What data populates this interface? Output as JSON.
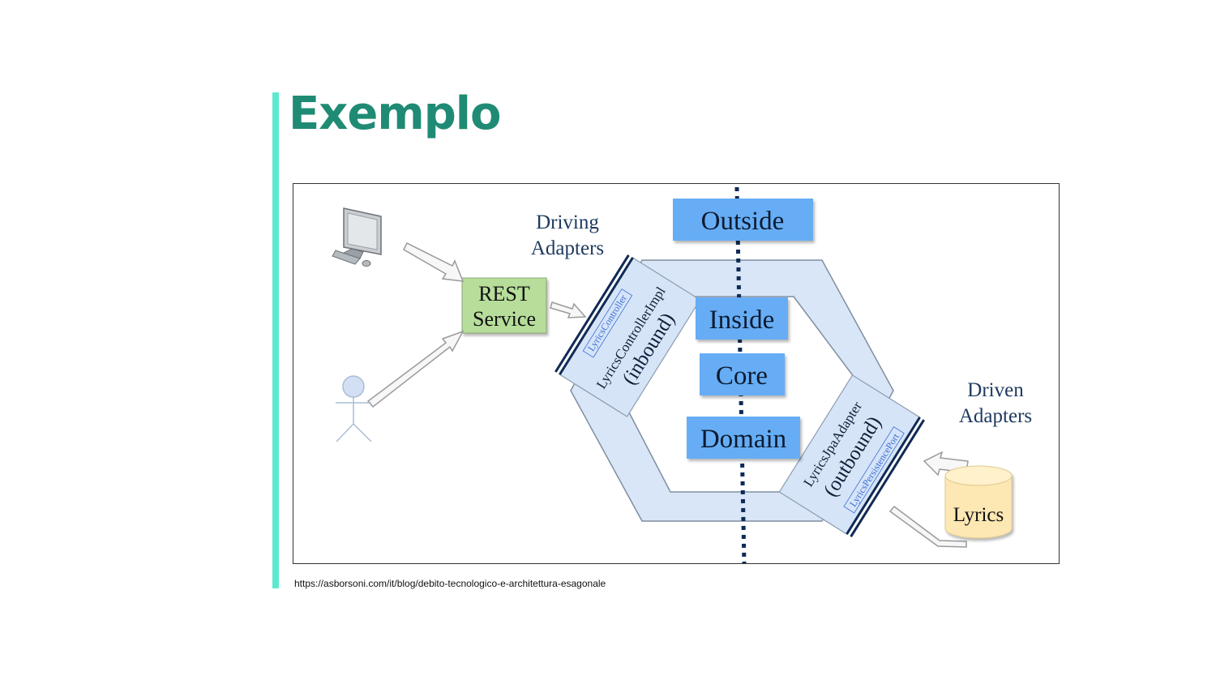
{
  "slide": {
    "title": "Exemplo",
    "source_url": "https://asborsoni.com/it/blog/debito-tecnologico-e-architettura-esagonale"
  },
  "diagram": {
    "driving_adapters_label": [
      "Driving",
      "Adapters"
    ],
    "driven_adapters_label": [
      "Driven",
      "Adapters"
    ],
    "rest_service_label": [
      "REST",
      "Service"
    ],
    "outside_label": "Outside",
    "inside_label": "Inside",
    "core_label": "Core",
    "domain_label": "Domain",
    "inbound_adapter_class": "LyricsControllerImpl",
    "inbound_adapter_type": "(inbound)",
    "inbound_port": "LyricsController",
    "outbound_adapter_class": "LyricsJpaAdapter",
    "outbound_adapter_type": "(outbound)",
    "outbound_port": "LyricsPersistencePort",
    "database_label": "Lyrics"
  },
  "icons": [
    "computer-monitor-icon",
    "user-stick-figure-icon",
    "database-cylinder-icon"
  ],
  "colors": {
    "title": "#1f8b74",
    "accent_bar": "#5de8cf",
    "label_blue": "#1f3a60",
    "box_blue": "#66adf5",
    "hex_fill": "#d8e6f8",
    "rest_green": "#b7dd9b",
    "db_fill": "#fde8b4"
  }
}
